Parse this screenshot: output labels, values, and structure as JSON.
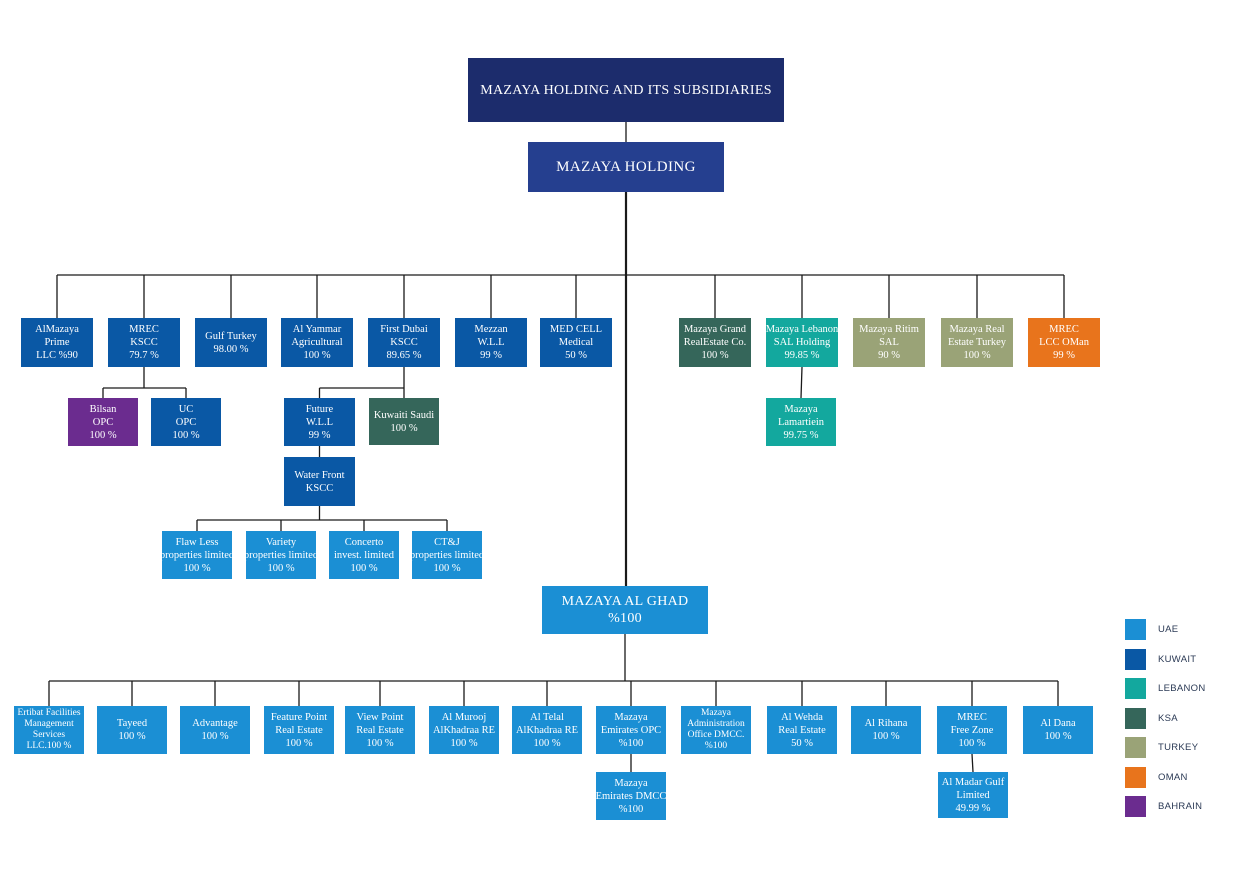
{
  "colors": {
    "UAE": "#1b8fd4",
    "KUWAIT": "#0a58a5",
    "LEBANON": "#13a89e",
    "KSA": "#35665a",
    "TURKEY": "#9aa377",
    "OMAN": "#e8741c",
    "BAHRAIN": "#6b2c8f",
    "TOP": "#1c2c6c",
    "HOLDING": "#253f8f",
    "LINE": "#1a1a1a"
  },
  "nodes": [
    {
      "id": "top",
      "lines": [
        "MAZAYA HOLDING AND ITS SUBSIDIARIES"
      ],
      "color": "TOP"
    },
    {
      "id": "holding",
      "lines": [
        "MAZAYA HOLDING"
      ],
      "color": "HOLDING"
    },
    {
      "id": "almazaya",
      "lines": [
        "AlMazaya",
        "Prime",
        "LLC %90"
      ],
      "color": "KUWAIT"
    },
    {
      "id": "mrec",
      "lines": [
        "MREC",
        "KSCC",
        "79.7 %"
      ],
      "color": "KUWAIT"
    },
    {
      "id": "gulfturkey",
      "lines": [
        "Gulf Turkey",
        "98.00 %"
      ],
      "color": "KUWAIT"
    },
    {
      "id": "alyammar",
      "lines": [
        "Al Yammar",
        "Agricultural",
        "100 %"
      ],
      "color": "KUWAIT"
    },
    {
      "id": "firstdubai",
      "lines": [
        "First Dubai",
        "KSCC",
        "89.65 %"
      ],
      "color": "KUWAIT"
    },
    {
      "id": "mezzan",
      "lines": [
        "Mezzan",
        "W.L.L",
        "99 %"
      ],
      "color": "KUWAIT"
    },
    {
      "id": "medcell",
      "lines": [
        "MED CELL",
        "Medical",
        "50 %"
      ],
      "color": "KUWAIT"
    },
    {
      "id": "mazayagrand",
      "lines": [
        "Mazaya Grand",
        "RealEstate Co.",
        "100 %"
      ],
      "color": "KSA"
    },
    {
      "id": "lebanon",
      "lines": [
        "Mazaya Lebanon",
        "SAL Holding",
        "99.85 %"
      ],
      "color": "LEBANON"
    },
    {
      "id": "ritim",
      "lines": [
        "Mazaya Ritim",
        "SAL",
        "90 %"
      ],
      "color": "TURKEY"
    },
    {
      "id": "realturkey",
      "lines": [
        "Mazaya Real",
        "Estate Turkey",
        "100 %"
      ],
      "color": "TURKEY"
    },
    {
      "id": "oman",
      "lines": [
        "MREC",
        "LCC OMan",
        "99 %"
      ],
      "color": "OMAN"
    },
    {
      "id": "bilsan",
      "lines": [
        "Bilsan",
        "OPC",
        "100 %"
      ],
      "color": "BAHRAIN"
    },
    {
      "id": "uc",
      "lines": [
        "UC",
        "OPC",
        "100 %"
      ],
      "color": "KUWAIT"
    },
    {
      "id": "future",
      "lines": [
        "Future",
        "W.L.L",
        "99 %"
      ],
      "color": "KUWAIT"
    },
    {
      "id": "kuwaitisaudi",
      "lines": [
        "Kuwaiti Saudi",
        "100 %"
      ],
      "color": "KSA"
    },
    {
      "id": "lamartiein",
      "lines": [
        "Mazaya",
        "Lamartiein",
        "99.75 %"
      ],
      "color": "LEBANON"
    },
    {
      "id": "waterfront",
      "lines": [
        "Water Front",
        "KSCC"
      ],
      "color": "KUWAIT"
    },
    {
      "id": "flawless",
      "lines": [
        "Flaw Less",
        "properties limited",
        "100 %"
      ],
      "color": "UAE"
    },
    {
      "id": "variety",
      "lines": [
        "Variety",
        "properties limited",
        "100 %"
      ],
      "color": "UAE"
    },
    {
      "id": "concerto",
      "lines": [
        "Concerto",
        "invest. limited",
        "100 %"
      ],
      "color": "UAE"
    },
    {
      "id": "ctj",
      "lines": [
        "CT&J",
        "properties limited",
        "100 %"
      ],
      "color": "UAE"
    },
    {
      "id": "alghad",
      "lines": [
        "MAZAYA AL GHAD",
        "%100"
      ],
      "color": "UAE"
    },
    {
      "id": "ertibat",
      "lines": [
        "Ertibat Facilities",
        "Management",
        "Services",
        "LLC.100 %"
      ],
      "color": "UAE"
    },
    {
      "id": "tayeed",
      "lines": [
        "Tayeed",
        "100 %"
      ],
      "color": "UAE"
    },
    {
      "id": "advantage",
      "lines": [
        "Advantage",
        "100 %"
      ],
      "color": "UAE"
    },
    {
      "id": "featurepoint",
      "lines": [
        "Feature Point",
        "Real Estate",
        "100 %"
      ],
      "color": "UAE"
    },
    {
      "id": "viewpoint",
      "lines": [
        "View Point",
        "Real Estate",
        "100 %"
      ],
      "color": "UAE"
    },
    {
      "id": "almurooj",
      "lines": [
        "Al Murooj",
        "AlKhadraa RE",
        "100 %"
      ],
      "color": "UAE"
    },
    {
      "id": "altelal",
      "lines": [
        "Al Telal",
        "AlKhadraa RE",
        "100 %"
      ],
      "color": "UAE"
    },
    {
      "id": "emiratesopc",
      "lines": [
        "Mazaya",
        "Emirates OPC",
        "%100"
      ],
      "color": "UAE"
    },
    {
      "id": "adminoffice",
      "lines": [
        "Mazaya",
        "Administration",
        "Office DMCC.",
        "%100"
      ],
      "color": "UAE"
    },
    {
      "id": "alwehda",
      "lines": [
        "Al Wehda",
        "Real Estate",
        "50 %"
      ],
      "color": "UAE"
    },
    {
      "id": "alrihana",
      "lines": [
        "Al Rihana",
        "100 %"
      ],
      "color": "UAE"
    },
    {
      "id": "mrecfz",
      "lines": [
        "MREC",
        "Free Zone",
        "100 %"
      ],
      "color": "UAE"
    },
    {
      "id": "aldana",
      "lines": [
        "Al Dana",
        "100 %"
      ],
      "color": "UAE"
    },
    {
      "id": "emiratesdmcc",
      "lines": [
        "Mazaya",
        "Emirates DMCC",
        "%100"
      ],
      "color": "UAE"
    },
    {
      "id": "almadar",
      "lines": [
        "Al Madar Gulf",
        "Limited",
        "49.99 %"
      ],
      "color": "UAE"
    }
  ],
  "edges": [
    [
      "top",
      "holding"
    ],
    [
      "holding",
      "almazaya"
    ],
    [
      "holding",
      "mrec"
    ],
    [
      "holding",
      "gulfturkey"
    ],
    [
      "holding",
      "alyammar"
    ],
    [
      "holding",
      "firstdubai"
    ],
    [
      "holding",
      "mezzan"
    ],
    [
      "holding",
      "medcell"
    ],
    [
      "holding",
      "mazayagrand"
    ],
    [
      "holding",
      "lebanon"
    ],
    [
      "holding",
      "ritim"
    ],
    [
      "holding",
      "realturkey"
    ],
    [
      "holding",
      "oman"
    ],
    [
      "holding",
      "alghad"
    ],
    [
      "mrec",
      "bilsan"
    ],
    [
      "mrec",
      "uc"
    ],
    [
      "firstdubai",
      "future"
    ],
    [
      "firstdubai",
      "kuwaitisaudi"
    ],
    [
      "lebanon",
      "lamartiein"
    ],
    [
      "future",
      "waterfront"
    ],
    [
      "waterfront",
      "flawless"
    ],
    [
      "waterfront",
      "variety"
    ],
    [
      "waterfront",
      "concerto"
    ],
    [
      "waterfront",
      "ctj"
    ],
    [
      "alghad",
      "ertibat"
    ],
    [
      "alghad",
      "tayeed"
    ],
    [
      "alghad",
      "advantage"
    ],
    [
      "alghad",
      "featurepoint"
    ],
    [
      "alghad",
      "viewpoint"
    ],
    [
      "alghad",
      "almurooj"
    ],
    [
      "alghad",
      "altelal"
    ],
    [
      "alghad",
      "emiratesopc"
    ],
    [
      "alghad",
      "adminoffice"
    ],
    [
      "alghad",
      "alwehda"
    ],
    [
      "alghad",
      "alrihana"
    ],
    [
      "alghad",
      "mrecfz"
    ],
    [
      "alghad",
      "aldana"
    ],
    [
      "emiratesopc",
      "emiratesdmcc"
    ],
    [
      "mrecfz",
      "almadar"
    ]
  ],
  "legend": [
    {
      "label": "UAE",
      "color": "UAE"
    },
    {
      "label": "KUWAIT",
      "color": "KUWAIT"
    },
    {
      "label": "LEBANON",
      "color": "LEBANON"
    },
    {
      "label": "KSA",
      "color": "KSA"
    },
    {
      "label": "TURKEY",
      "color": "TURKEY"
    },
    {
      "label": "OMAN",
      "color": "OMAN"
    },
    {
      "label": "BAHRAIN",
      "color": "BAHRAIN"
    }
  ]
}
